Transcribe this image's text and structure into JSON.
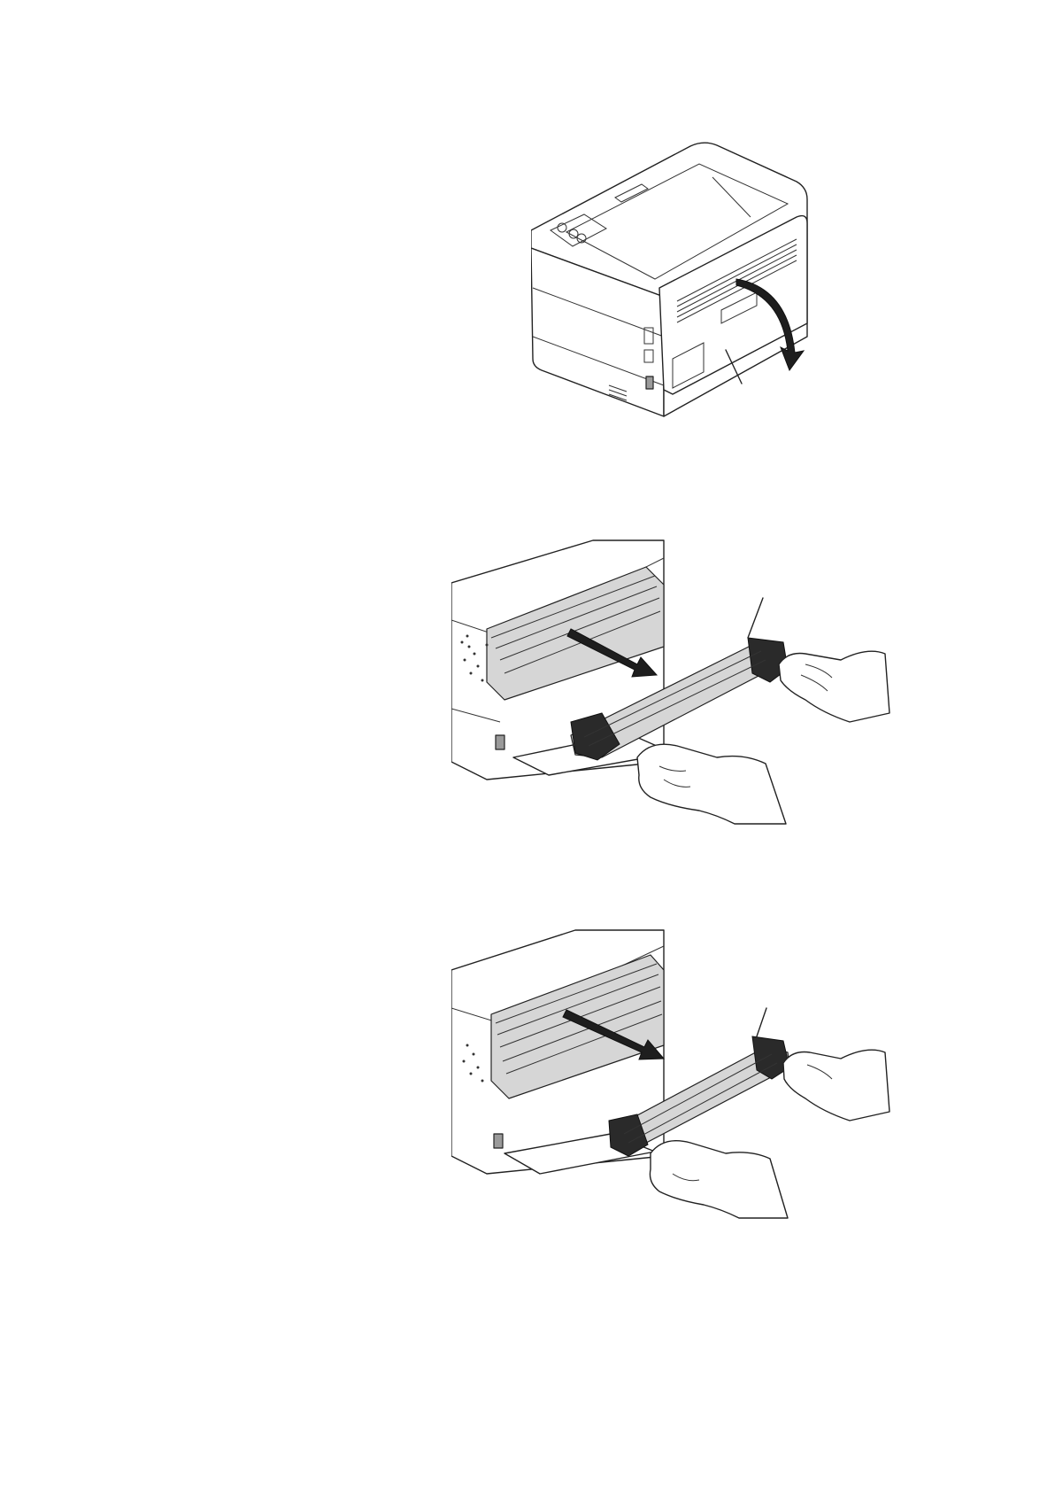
{
  "figures": [
    {
      "id": "fig1",
      "icons": [
        "printer-illustration",
        "rear-cover-open-arrow-icon",
        "leader-line"
      ]
    },
    {
      "id": "fig2",
      "icons": [
        "printer-interior-illustration",
        "pull-out-arrow-icon",
        "transfer-roller-unit-illustration",
        "hand-illustration",
        "leader-line"
      ]
    },
    {
      "id": "fig3",
      "icons": [
        "printer-interior-illustration",
        "pull-out-arrow-icon",
        "transfer-roller-unit-illustration",
        "hand-illustration",
        "leader-line"
      ]
    }
  ],
  "colors": {
    "line": "#222222",
    "shade": "#d6d6d6",
    "dark": "#2a2a2a",
    "background": "#ffffff"
  }
}
